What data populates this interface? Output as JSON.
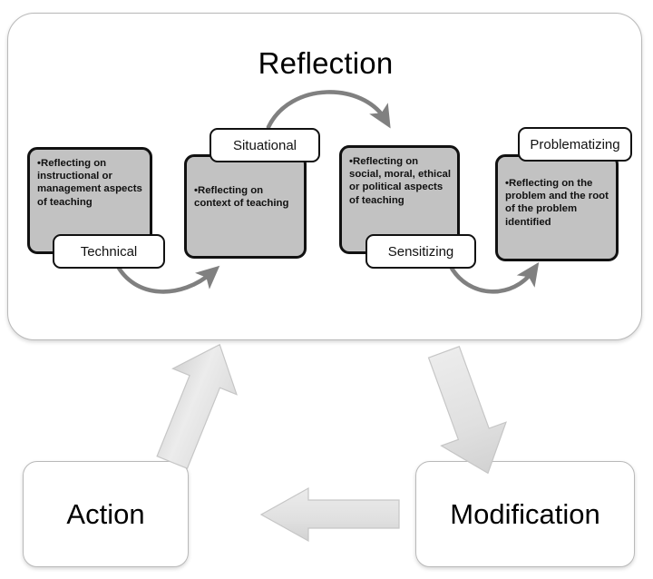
{
  "diagram": {
    "title": "Reflection",
    "type": "cycle-diagram",
    "container_label": "Reflection"
  },
  "reflection": {
    "heading": "Reflection",
    "stages": [
      {
        "name": "technical",
        "label": "Technical",
        "description": "•Reflecting on instructional or management aspects of teaching"
      },
      {
        "name": "situational",
        "label": "Situational",
        "description": "•Reflecting on context of teaching"
      },
      {
        "name": "sensitizing",
        "label": "Sensitizing",
        "description": "•Reflecting on social, moral, ethical or political aspects of teaching"
      },
      {
        "name": "problematizing",
        "label": "Problematizing",
        "description": "•Reflecting on the problem and the root of the problem identified"
      }
    ]
  },
  "cycle": {
    "outcomes": [
      {
        "name": "action",
        "label": "Action"
      },
      {
        "name": "modification",
        "label": "Modification"
      }
    ],
    "connectors": [
      {
        "name": "reflection-to-modification",
        "icon": "block-arrow-down-right"
      },
      {
        "name": "modification-to-action",
        "icon": "block-arrow-left"
      },
      {
        "name": "action-to-reflection",
        "icon": "block-arrow-up-right"
      },
      {
        "name": "technical-to-situational",
        "icon": "curved-arrow-right"
      },
      {
        "name": "situational-to-sensitizing",
        "icon": "curved-arrow-right"
      },
      {
        "name": "sensitizing-to-problematizing",
        "icon": "curved-arrow-right"
      }
    ]
  },
  "colors": {
    "stage_fill": "#c2c2c2",
    "stage_border": "#111111",
    "label_fill": "#ffffff",
    "container_border": "#b9b9b9",
    "block_arrow_fill": "#e4e4e4",
    "curved_arrow": "#808080"
  }
}
